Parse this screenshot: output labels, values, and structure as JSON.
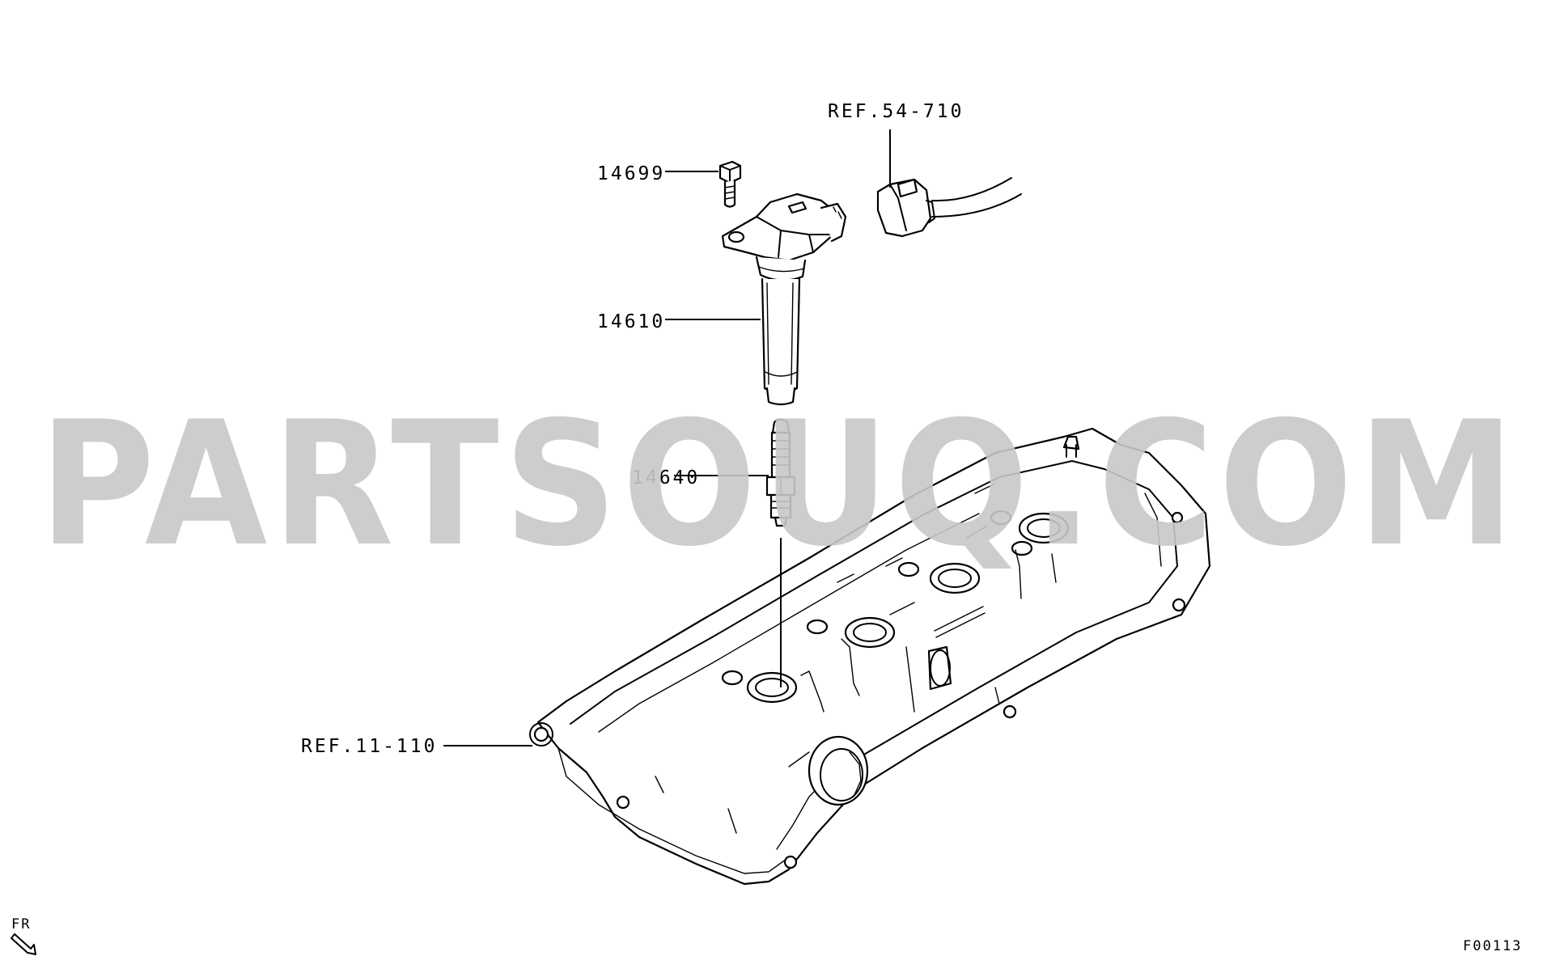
{
  "labels": {
    "ref_54_710": "REF.54-710",
    "part_14699": "14699",
    "part_14610": "14610",
    "part_14640": "14640",
    "ref_11_110": "REF.11-110",
    "direction": "FR",
    "figure_code": "F00113"
  },
  "watermark": {
    "text": "PARTSOUQ.COM",
    "color": "#c8c8c8"
  },
  "colors": {
    "line": "#000000",
    "background": "#ffffff"
  }
}
